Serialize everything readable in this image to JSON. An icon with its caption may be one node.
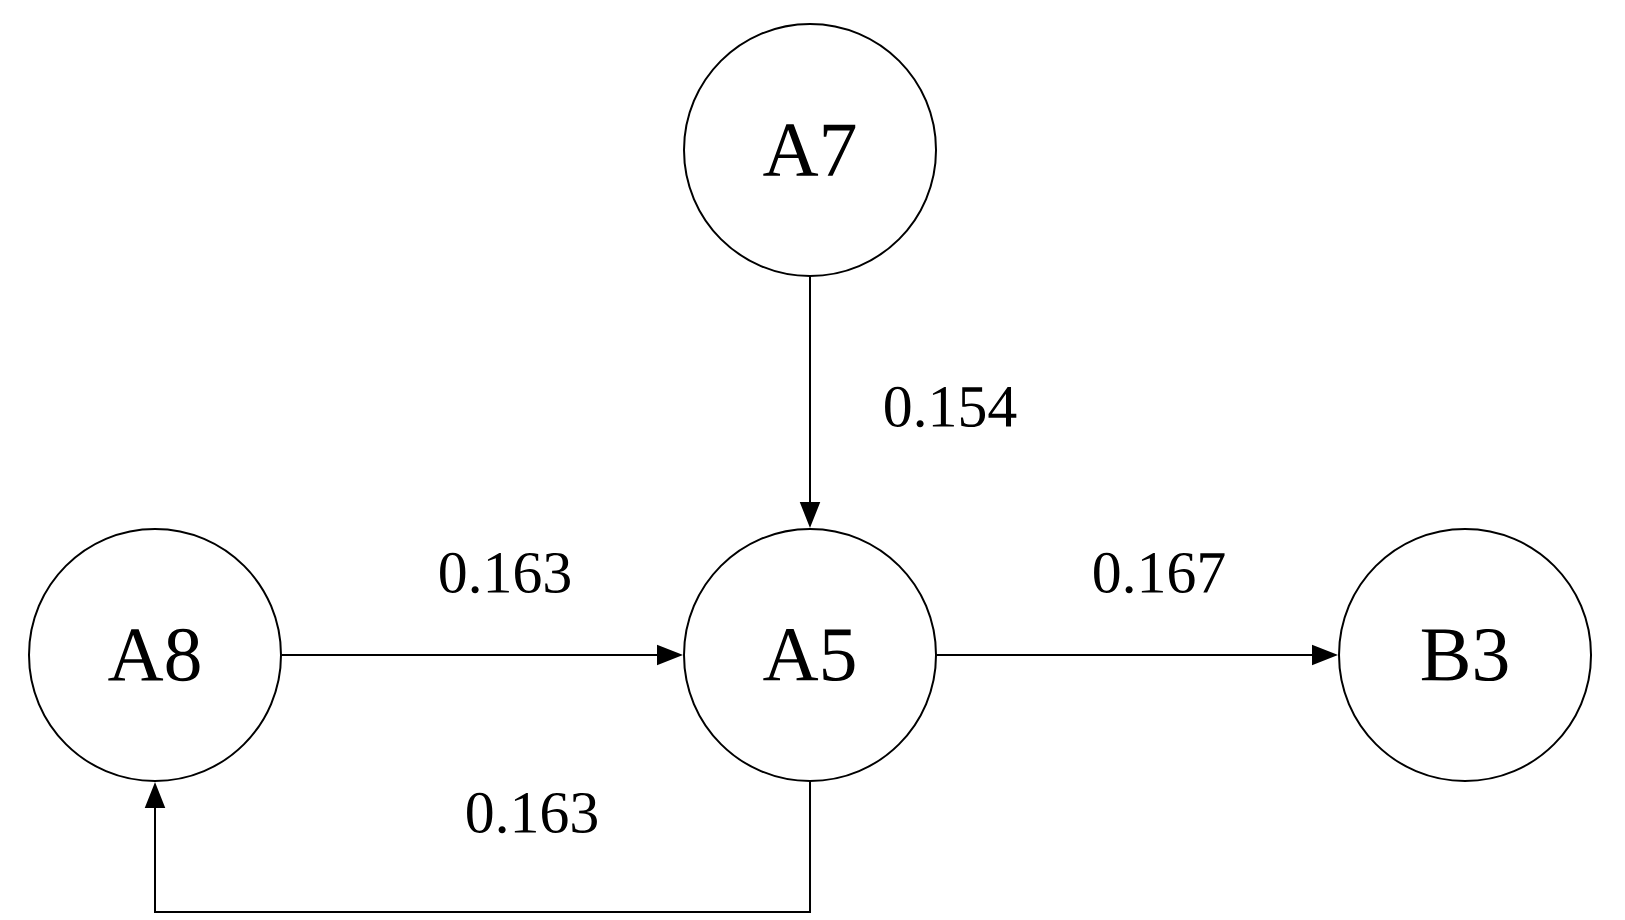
{
  "diagram": {
    "nodes": [
      {
        "text": [
          "A7"
        ]
      },
      {
        "text": [
          "A8"
        ]
      },
      {
        "text": [
          "A5"
        ]
      },
      {
        "text": [
          "B3"
        ]
      }
    ],
    "edges": [
      {
        "from": 0,
        "to": 2,
        "arrow": "to",
        "label": "0.154"
      },
      {
        "from": 1,
        "to": 2,
        "arrow": "to",
        "label": "0.163"
      },
      {
        "from": 2,
        "to": 3,
        "arrow": "to",
        "label": "0.167"
      },
      {
        "from": 2,
        "to": 1,
        "arrow": "to",
        "label": "0.163"
      }
    ]
  }
}
